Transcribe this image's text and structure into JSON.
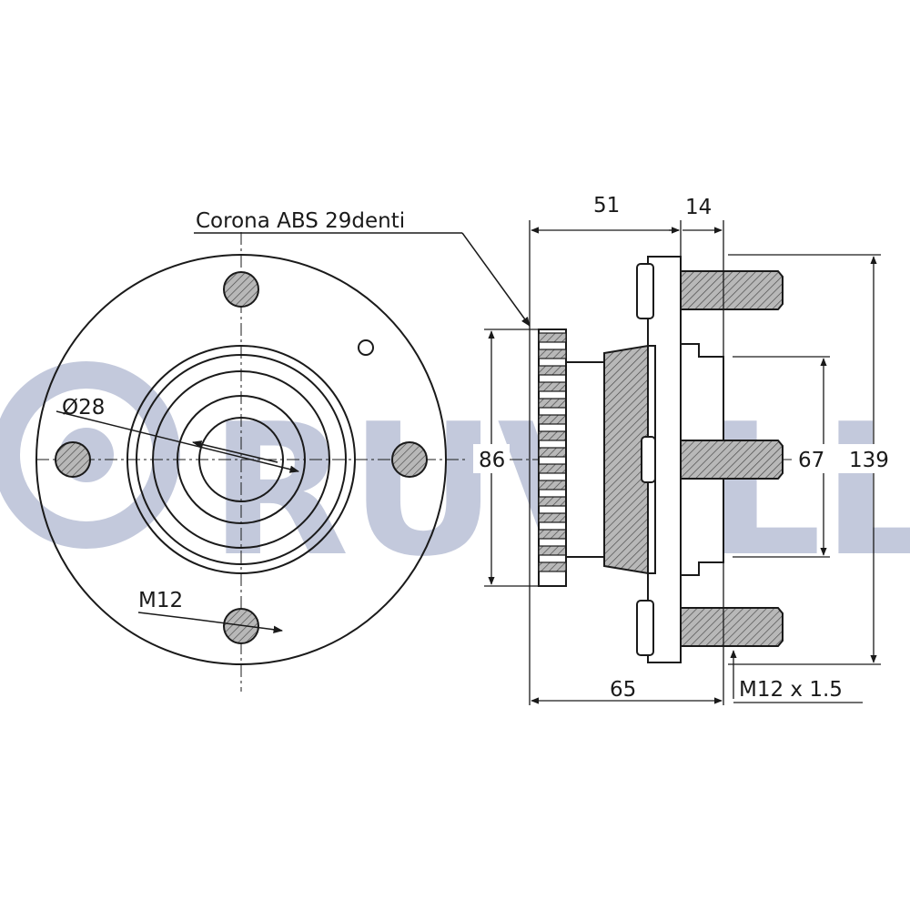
{
  "watermark": {
    "text": "RUVILLE",
    "color": "#c3c9dc"
  },
  "labels": {
    "abs_ring": "Corona ABS 29denti",
    "bore_diameter": "Ø28",
    "bolt_thread_front": "M12",
    "dim_51": "51",
    "dim_14": "14",
    "dim_86": "86",
    "dim_67": "67",
    "dim_139": "139",
    "dim_65": "65",
    "stud_thread": "M12 x 1.5"
  },
  "colors": {
    "line": "#1a1a1a",
    "hatch_fill": "#b0b0b0"
  }
}
